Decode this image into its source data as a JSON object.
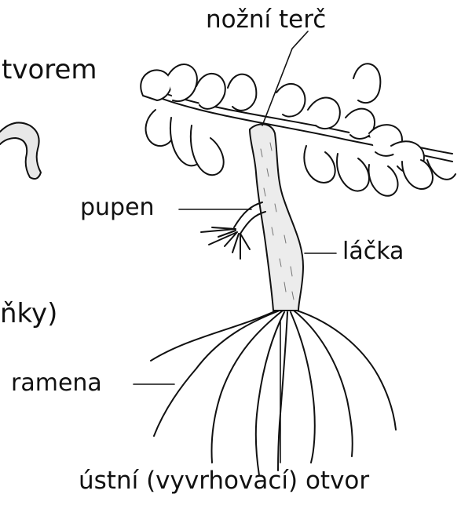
{
  "labels": {
    "foot_disc": "nožní terč",
    "bud": "pupen",
    "stalk": "láčka",
    "tentacles": "ramena",
    "mouth": "ústní (vyvrhovací) otvor"
  },
  "cut_text": {
    "top_left": "tvorem",
    "mid_left": "ňky)"
  },
  "colors": {
    "ink": "#111111",
    "body_fill": "#f2f2f2",
    "leaf_fill": "#ffffff"
  }
}
